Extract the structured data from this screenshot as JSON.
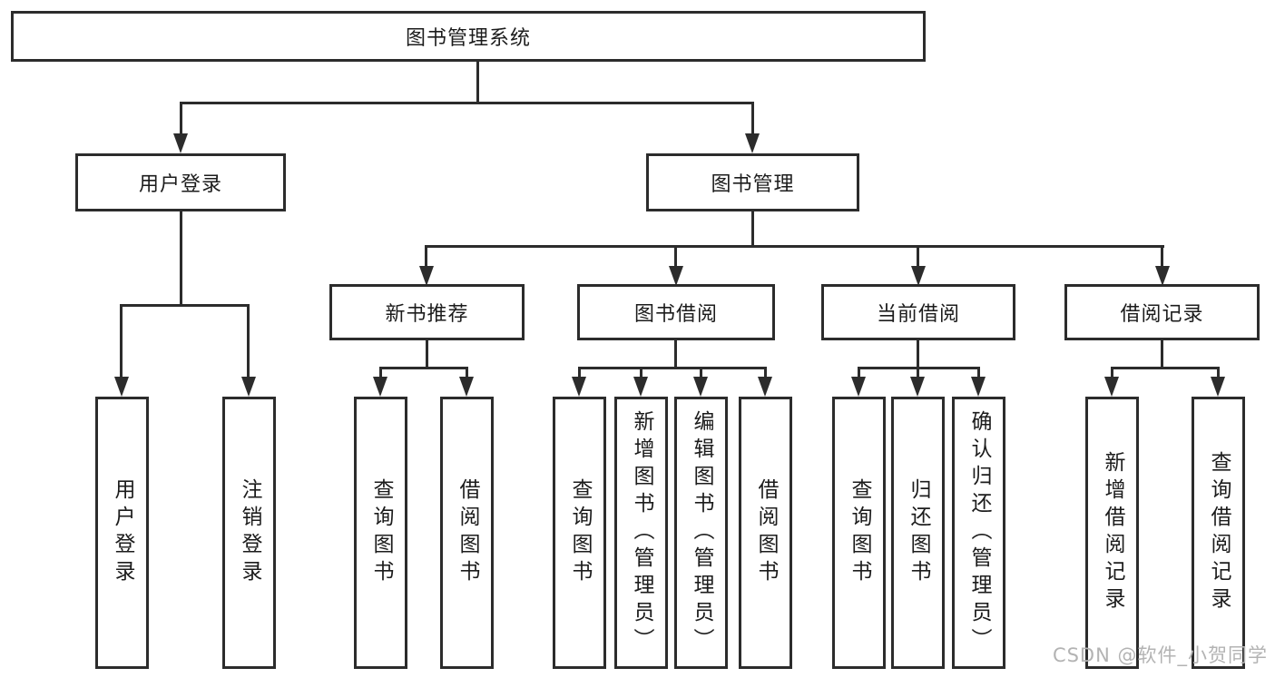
{
  "diagram": {
    "root": {
      "label": "图书管理系统",
      "children": [
        {
          "label": "用户登录",
          "children": [
            {
              "label": "用户登录"
            },
            {
              "label": "注销登录"
            }
          ]
        },
        {
          "label": "图书管理",
          "children": [
            {
              "label": "新书推荐",
              "children": [
                {
                  "label": "查询图书"
                },
                {
                  "label": "借阅图书"
                }
              ]
            },
            {
              "label": "图书借阅",
              "children": [
                {
                  "label": "查询图书"
                },
                {
                  "label": "新增图书（管理员）"
                },
                {
                  "label": "编辑图书（管理员）"
                },
                {
                  "label": "借阅图书"
                }
              ]
            },
            {
              "label": "当前借阅",
              "children": [
                {
                  "label": "查询图书"
                },
                {
                  "label": "归还图书"
                },
                {
                  "label": "确认归还（管理员）"
                }
              ]
            },
            {
              "label": "借阅记录",
              "children": [
                {
                  "label": "新增借阅记录"
                },
                {
                  "label": "查询借阅记录"
                }
              ]
            }
          ]
        }
      ]
    }
  },
  "watermark": {
    "text": "CSDN @软件_小贺同学"
  },
  "colors": {
    "line": "#2c2c2c",
    "text": "#1c1c1c",
    "watermark": "#b3b3b3",
    "background": "#ffffff"
  }
}
